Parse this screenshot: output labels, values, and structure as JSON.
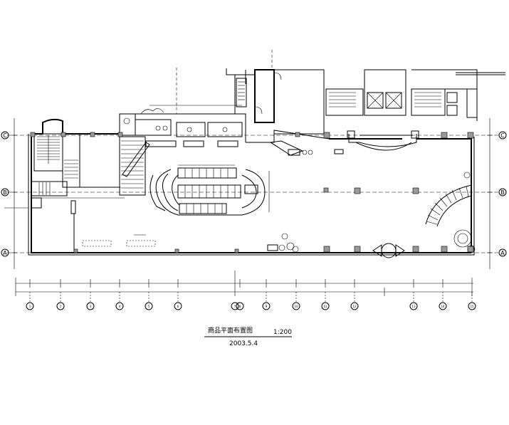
{
  "drawing": {
    "title": "商品平面布置图",
    "scale": "1:200",
    "date": "2003.5.4"
  },
  "axes": {
    "rows": [
      "C",
      "B",
      "A"
    ],
    "columns": [
      "1",
      "2",
      "3",
      "4",
      "5",
      "6",
      "7",
      "8",
      "9",
      "10",
      "11",
      "12",
      "13",
      "14",
      "15"
    ]
  }
}
